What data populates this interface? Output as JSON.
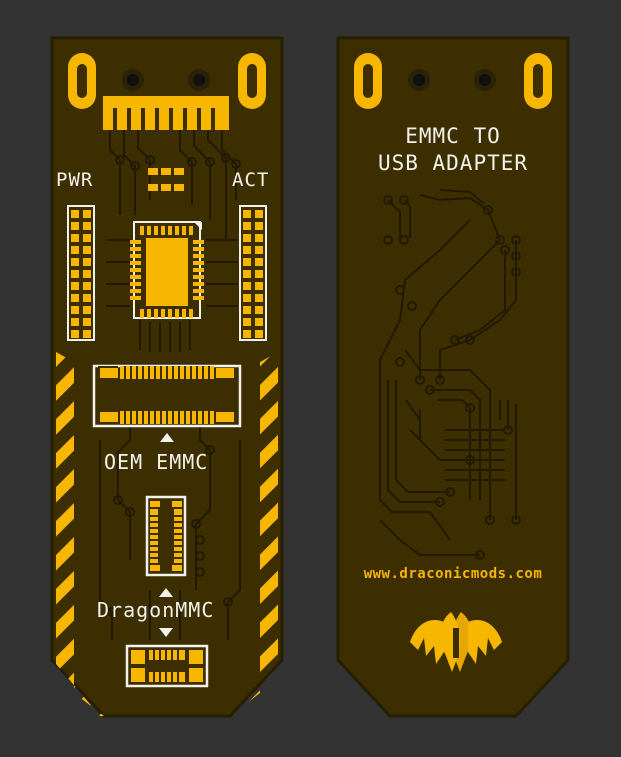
{
  "colors": {
    "background": "#333333",
    "pcb": "#3d2e00",
    "pcb_edge": "#2a2003",
    "copper": "#f7b600",
    "trace": "#221a00",
    "silkscreen": "#f2f2ea"
  },
  "front": {
    "pwr_label": "PWR",
    "act_label": "ACT",
    "oem_label": "OEM EMMC",
    "dragon_label": "DragonMMC"
  },
  "back": {
    "title_line1": "EMMC TO",
    "title_line2": "USB ADAPTER",
    "website": "www.draconicmods.com",
    "logo": "dragon-logo-icon"
  }
}
